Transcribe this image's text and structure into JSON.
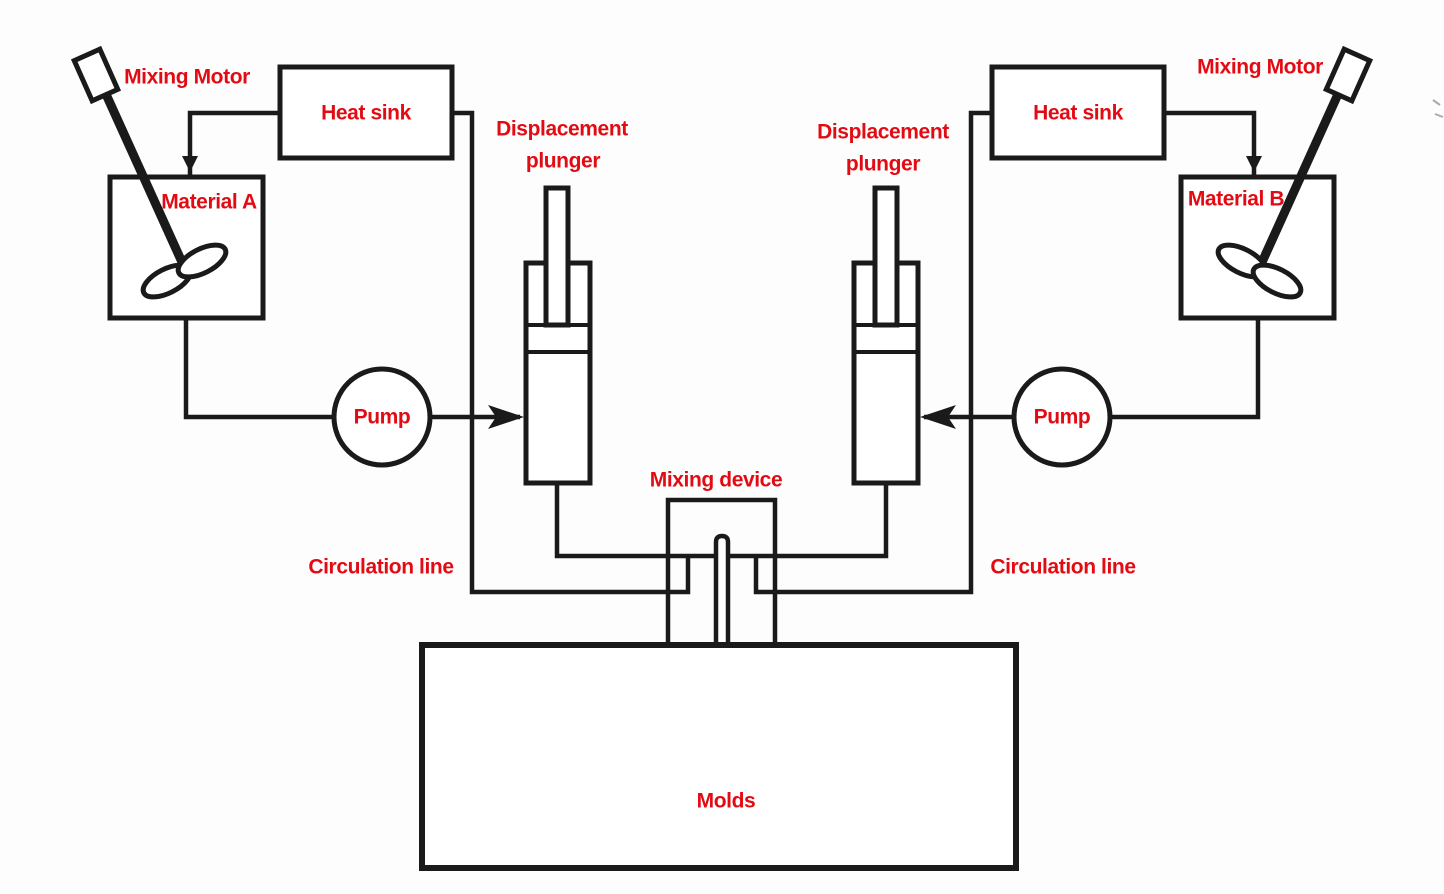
{
  "colors": {
    "ink": "#1a1a1a",
    "label": "#e30b13",
    "bg": "#fdfdfd"
  },
  "labels": {
    "left": {
      "mixing_motor": "Mixing Motor",
      "heat_sink": "Heat sink",
      "material": "Material A",
      "pump": "Pump",
      "displacement_line1": "Displacement",
      "displacement_line2": "plunger",
      "circulation": "Circulation line"
    },
    "right": {
      "mixing_motor": "Mixing Motor",
      "heat_sink": "Heat sink",
      "material": "Material B",
      "pump": "Pump",
      "displacement_line1": "Displacement",
      "displacement_line2": "plunger",
      "circulation": "Circulation line"
    },
    "center": {
      "mixing_device": "Mixing device",
      "molds": "Molds"
    }
  }
}
